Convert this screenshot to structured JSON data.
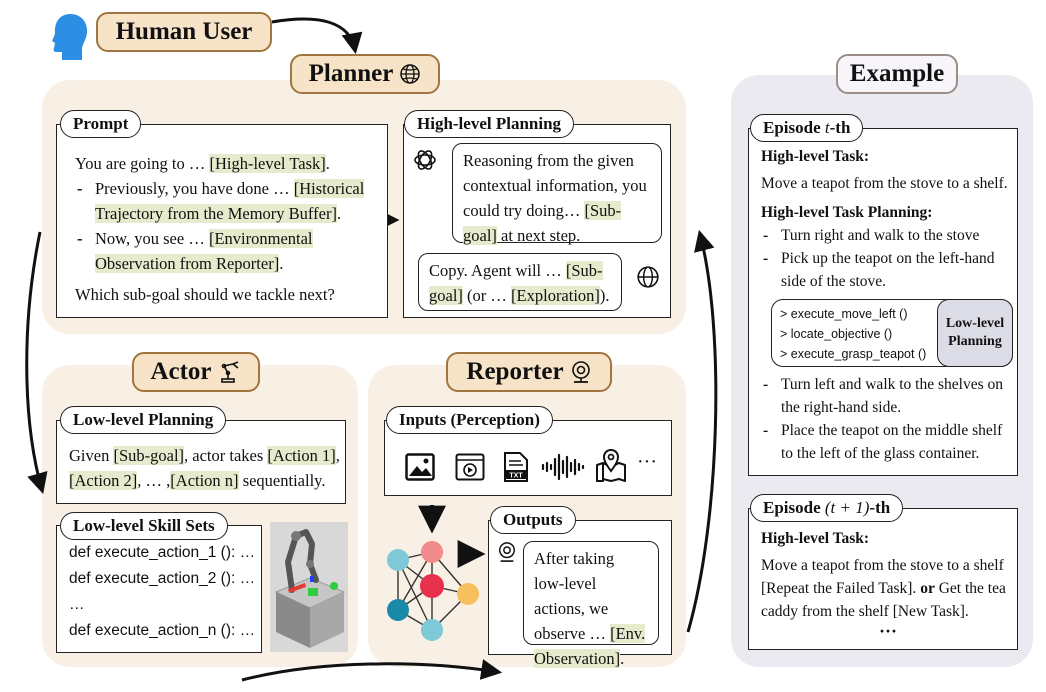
{
  "human_user": {
    "label": "Human User"
  },
  "planner": {
    "title": "Planner",
    "prompt": {
      "tab": "Prompt",
      "line1_pre": "You are going to … ",
      "line1_hl": "[High-level Task]",
      "line1_post": ".",
      "bullet1_pre": "Previously, you have done … ",
      "bullet1_hl": "[Historical Trajectory from the Memory Buffer]",
      "bullet1_post": ".",
      "bullet2_pre": "Now, you see … ",
      "bullet2_hl": "[Environmental Observation from Reporter]",
      "bullet2_post": ".",
      "question": "Which sub-goal should we tackle next?"
    },
    "high_level_planning": {
      "tab": "High-level Planning",
      "bubble1_pre": "Reasoning from the given contextual information, you could try doing… ",
      "bubble1_hl": "[Sub-goal]",
      "bubble1_post": " at next step.",
      "bubble2_pre": "Copy. Agent will … ",
      "bubble2_hl1": "[Sub-goal]",
      "bubble2_mid": " (or … ",
      "bubble2_hl2": "[Exploration]",
      "bubble2_post": ")."
    }
  },
  "actor": {
    "title": "Actor",
    "low_level_planning": {
      "tab": "Low-level Planning",
      "w1": "Given ",
      "hl1": "[Sub-goal]",
      "w2": ", actor takes ",
      "hl2": "[Action 1]",
      "w3": ", ",
      "hl3": "[Action 2]",
      "w4": ", … ,",
      "hl4": "[Action n]",
      "w5": " sequentially."
    },
    "skill_sets": {
      "tab": "Low-level Skill Sets",
      "lines": [
        "def execute_action_1 (): …",
        "def execute_action_2 (): …",
        "…",
        "def execute_action_n (): …"
      ]
    }
  },
  "reporter": {
    "title": "Reporter",
    "inputs": {
      "tab": "Inputs (Perception)",
      "more": "···"
    },
    "outputs": {
      "tab": "Outputs",
      "pre": "After taking low-level actions, we observe … ",
      "hl": "[Env. Observation]",
      "post": "."
    }
  },
  "example": {
    "title": "Example",
    "episode_t": {
      "tab_pre": "Episode ",
      "tab_var": "t",
      "tab_post": "-th",
      "task_heading": "High-level Task:",
      "task": "Move a teapot from the stove to a shelf.",
      "planning_heading": "High-level Task Planning:",
      "steps": [
        "Turn right and walk to the stove",
        "Pick up the teapot on the left-hand side of the stove.",
        "Turn left and walk to the shelves on the right-hand side.",
        "Place the teapot on the middle shelf to the left of the glass container."
      ],
      "low_level_code": [
        "> execute_move_left ()",
        "> locate_objective ()",
        "> execute_grasp_teapot ()"
      ],
      "low_level_label": "Low-level Planning"
    },
    "episode_t1": {
      "tab_pre": "Episode ",
      "tab_var": "(t + 1)",
      "tab_post": "-th",
      "task_heading": "High-level Task:",
      "task_a": "Move a teapot from the stove to a shelf [Repeat the Failed Task]. ",
      "task_or": "or",
      "task_b": " Get the tea caddy from the shelf [New Task].",
      "more": "···"
    }
  }
}
